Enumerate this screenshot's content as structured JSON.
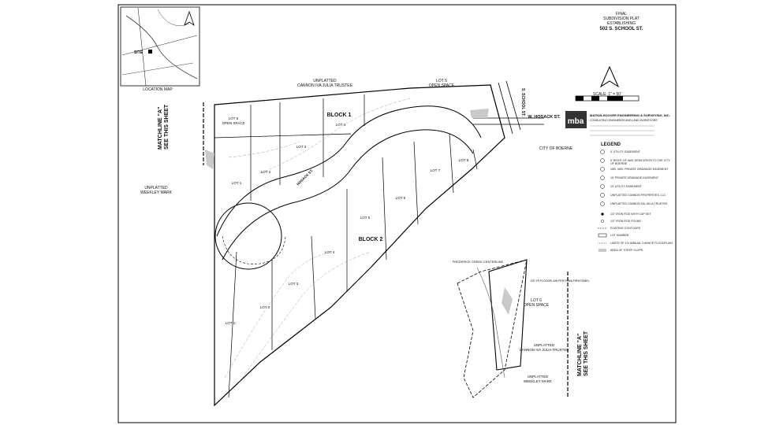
{
  "title_block": {
    "line1": "FINAL",
    "line2": "SUBDIVISION PLAT",
    "line3": "ESTABLISHING",
    "line4": "502 S. SCHOOL ST."
  },
  "north_arrow": "north-arrow",
  "scale_label": "SCALE: 1\" = 50'",
  "firm": {
    "logo": "mba",
    "name": "MATKIN-HOOVER ENGINEERING & SURVEYING, INC.",
    "subtitle": "CONSULTING ENGINEERS AND LAND SURVEYORS"
  },
  "legend": {
    "title": "LEGEND",
    "items": [
      "5' UTILITY EASEMENT",
      "5' RIGHT-OF-WAY DEDICATION TO THE CITY OF BOERNE",
      "VAR. WID. PRIVATE DRAINAGE EASEMENT",
      "10' PRIVATE DRAINAGE EASEMENT",
      "10' UTILITY EASEMENT",
      "UNPLATTED CANNON PROPERTIES, LLC",
      "UNPLATTED CANNON IVA JULIA TRUSTEE",
      "1/2\" IRON ROD WITH CAP SET",
      "1/2\" IRON ROD FOUND",
      "EXISTING CONTOURS",
      "LOT NUMBER",
      "LIMITS OF 1% ANNUAL CHANCE FLOODPLAIN",
      "AREA OF STEEP SLOPE"
    ]
  },
  "labels": {
    "location_map": "LOCATION MAP",
    "site": "SITE",
    "matchline_left": "MATCHLINE \"A\"",
    "see_sheet_left": "SEE THIS SHEET",
    "matchline_right": "MATCHLINE \"A\"",
    "see_sheet_right": "SEE THIS SHEET",
    "block1": "BLOCK 1",
    "block2": "BLOCK 2",
    "unplatted_top": "UNPLATTED",
    "cannon_top": "CANNON IVA JULIA TRUSTEE",
    "lot5_open": "LOT 5",
    "open_space": "OPEN SPACE",
    "lot6_open": "LOT 6",
    "open_space2": "OPEN SPACE",
    "unplatted_left": "UNPLATTED",
    "weekley": "WEEKLEY MARK",
    "city_boerne": "CITY OF BOERNE",
    "hosack": "W. HOSACK ST.",
    "school": "S. SCHOOL ST.",
    "hosack_curve": "HOSACK ST.",
    "inset_lot6": "LOT 6",
    "inset_open": "OPEN SPACE",
    "inset_unplatted": "UNPLATTED",
    "inset_cannon": "CANNON IVA JULIA TRUSTEE",
    "inset_unplatted2": "UNPLATTED",
    "inset_weekley": "WEEKLEY MARK",
    "inset_creek": "FREDERICK CREEK CENTERLINE",
    "inset_flood": "100 YR FLOODPLAIN PER FEMA FIRM PANEL"
  },
  "lots_block1": [
    "LOT 1",
    "LOT 2",
    "LOT 3",
    "LOT 4",
    "LOT 6"
  ],
  "lots_block2": [
    "LOT 1",
    "LOT 2",
    "LOT 3",
    "LOT 4",
    "LOT 5",
    "LOT 6",
    "LOT 7",
    "LOT 8"
  ]
}
